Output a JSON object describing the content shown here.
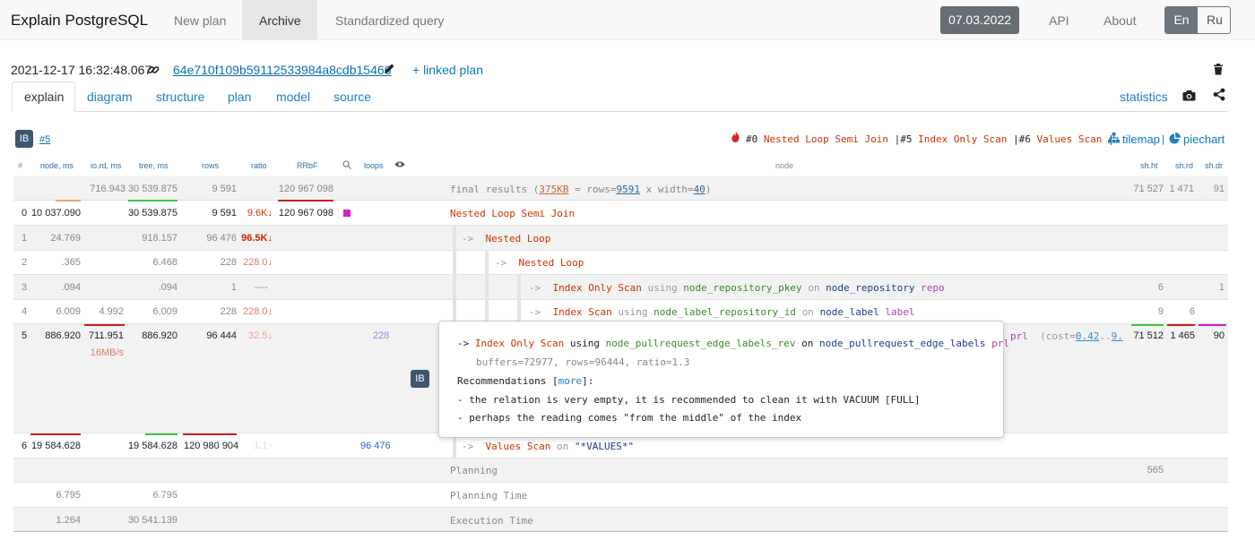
{
  "app": {
    "title": "Explain PostgreSQL"
  },
  "nav": {
    "items": [
      "New plan",
      "Archive",
      "Standardized query"
    ],
    "date": "07.03.2022",
    "right": [
      "API",
      "About"
    ],
    "lang": [
      "En",
      "Ru"
    ]
  },
  "info": {
    "timestamp": "2021-12-17 16:32:48.067",
    "hash": "64e710f109b59112533984a8cdb15466",
    "linked": "+ linked plan"
  },
  "tabs": [
    "explain",
    "diagram",
    "structure",
    "plan",
    "model",
    "source"
  ],
  "tab_right": "statistics",
  "summary": {
    "badge": "IB",
    "ref": "#5",
    "n0": "#0",
    "t0": "Nested Loop Semi Join",
    "n5": "#5",
    "t5": "Index Only Scan",
    "n6": "#6",
    "t6": "Values Scan",
    "sep": "|",
    "tilemap": "tilemap",
    "piechart": "piechart"
  },
  "headers": {
    "num": "#",
    "node_ms": "node, ms",
    "io": "io.rd, ms",
    "tree": "tree, ms",
    "rows": "rows",
    "ratio": "ratio",
    "rrbf": "RRbF",
    "loops": "loops",
    "node": "node",
    "sh_ht": "sh.ht",
    "sh_rd": "sh.rd",
    "sh_dr": "sh.dr"
  },
  "final": {
    "io": "716.943",
    "tree": "30 539.875",
    "rows": "9 591",
    "rrbf": "120 967 098",
    "label": "final results (",
    "size": "375KB",
    "eq": " = rows=",
    "nrows": "9591",
    "x": " x width=",
    "width": "40",
    "close": ")",
    "sh_ht": "71 527",
    "sh_rd": "1 471",
    "sh_dr": "91"
  },
  "rows": {
    "r0": {
      "n": "0",
      "node": "10 037.090",
      "tree": "30 539.875",
      "rows": "9 591",
      "ratio": "9.6K↓",
      "rrbf": "120 967 098",
      "text": "Nested Loop Semi Join"
    },
    "r1": {
      "n": "1",
      "node": "24.769",
      "tree": "918.157",
      "rows": "96 476",
      "ratio": "96.5K↓",
      "arrow": "->",
      "text": "Nested Loop"
    },
    "r2": {
      "n": "2",
      "node": ".365",
      "tree": "6.468",
      "rows": "228",
      "ratio": "228.0↓",
      "arrow": "->",
      "text": "Nested Loop"
    },
    "r3": {
      "n": "3",
      "node": ".094",
      "tree": ".094",
      "rows": "1",
      "ratio": "----",
      "arrow": "->",
      "op": "Index Only Scan",
      "kw1": "using",
      "idx": "node_repository_pkey",
      "kw2": "on",
      "tbl": "node_repository",
      "alias": "repo",
      "sh_ht": "6",
      "sh_dr": "1"
    },
    "r4": {
      "n": "4",
      "node": "6.009",
      "io": "4.992",
      "tree": "6.009",
      "rows": "228",
      "ratio": "228.0↓",
      "arrow": "->",
      "op": "Index Scan",
      "kw1": "using",
      "idx": "node_label_repository_id",
      "kw2": "on",
      "tbl": "node_label",
      "alias": "label",
      "sh_ht": "9",
      "sh_rd": "6"
    },
    "r5": {
      "n": "5",
      "node": "886.920",
      "io": "711.951",
      "iorate": "16MB/s",
      "tree": "886.920",
      "rows": "96 444",
      "ratio": "32.5↓",
      "loops": "228",
      "alias": "prl",
      "cost_pre": "(cost=",
      "c1": "0.42",
      "dots": "..",
      "c2": "9.",
      "sh_ht": "71 512",
      "sh_rd": "1 465",
      "sh_dr": "90"
    },
    "r6": {
      "n": "6",
      "node": "19 584.628",
      "tree": "19 584.628",
      "rows": "120 980 904",
      "ratio": "1.1↑",
      "loops": "96 476",
      "arrow": "->",
      "op": "Values Scan",
      "kw": "on",
      "val": "\"*VALUES*\""
    }
  },
  "planning": {
    "label": "Planning",
    "sh": "565"
  },
  "planning_time": {
    "node": "6.795",
    "tree": "6.795",
    "label": "Planning Time"
  },
  "execution_time": {
    "node": "1.264",
    "tree": "30 541.139",
    "label": "Execution Time"
  },
  "popup": {
    "badge": "IB",
    "arrow": "->",
    "op": "Index Only Scan",
    "kw1": "using",
    "idx": "node_pullrequest_edge_labels_rev",
    "kw2": "on",
    "tbl": "node_pullrequest_edge_labels",
    "alias": "prl",
    "stats": "buffers=72977, rows=96444, ratio=1.3",
    "rec": "Recommendations [",
    "more": "more",
    "rec_end": "]:",
    "l1": "- the relation is very empty, it is recommended to clean it with VACUUM [FULL]",
    "l2": "- perhaps the reading comes \"from the middle\" of the index"
  }
}
